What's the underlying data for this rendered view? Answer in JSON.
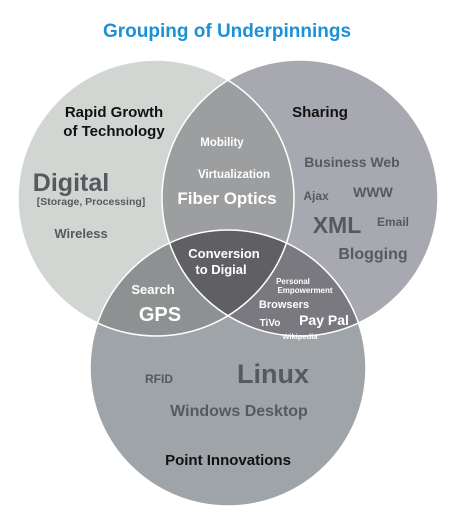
{
  "title": "Grouping of Underpinnings",
  "colors": {
    "title": "#1e90d6",
    "circle_a": "#d2d6d3",
    "circle_b": "#a8a9b0",
    "circle_c": "#9fa4a9",
    "overlap_ab": "#9d9ea0",
    "overlap_ac": "#8d9192",
    "overlap_bc": "#79797f",
    "overlap_abc": "#606064",
    "stroke": "#ffffff",
    "dark_text": "#111111",
    "muted_text": "#555a5f",
    "light_text": "#ffffff"
  },
  "circles": {
    "a_label_1": "Rapid Growth",
    "a_label_2": "of Technology",
    "b_label": "Sharing",
    "c_label": "Point Innovations"
  },
  "only_a": {
    "digital": "Digital",
    "digital_note": "[Storage, Processing]",
    "wireless": "Wireless"
  },
  "only_b": {
    "business_web": "Business Web",
    "ajax": "Ajax",
    "www": "WWW",
    "xml": "XML",
    "email": "Email",
    "blogging": "Blogging"
  },
  "only_c": {
    "rfid": "RFID",
    "linux": "Linux",
    "windows_desktop": "Windows Desktop"
  },
  "a_and_b": {
    "mobility": "Mobility",
    "virtualization": "Virtualization",
    "fiber_optics": "Fiber Optics"
  },
  "a_and_c": {
    "search": "Search",
    "gps": "GPS"
  },
  "b_and_c": {
    "personal_empowerment_1": "Personal",
    "personal_empowerment_2": "Empowerment",
    "browsers": "Browsers",
    "tivo": "TiVo",
    "pay_pal": "Pay Pal",
    "wikipedia": "Wikipedia"
  },
  "all_three": {
    "line1": "Conversion",
    "line2": "to Digial"
  }
}
